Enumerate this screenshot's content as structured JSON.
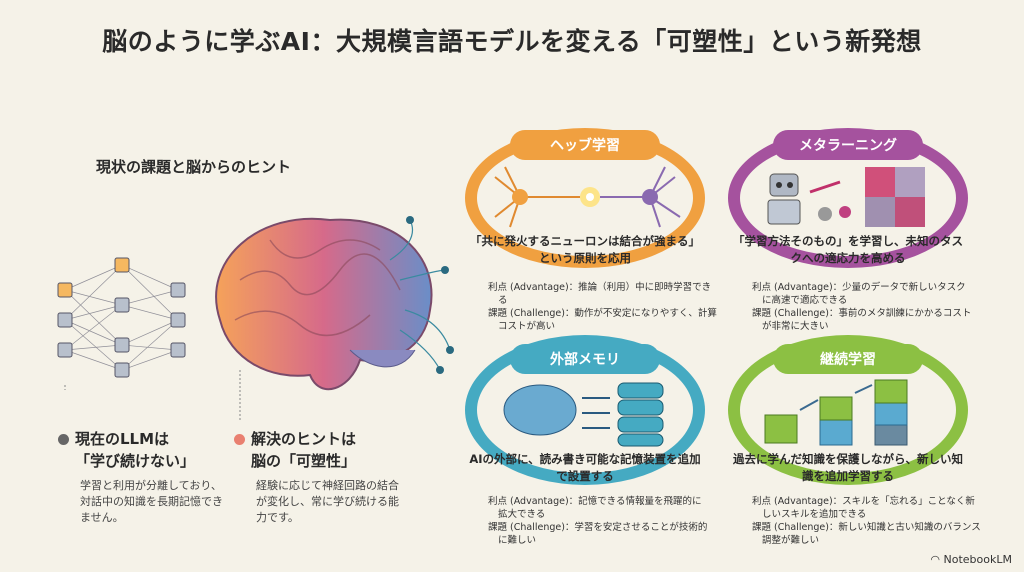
{
  "title": "脳のように学ぶAI：大規模言語モデルを変える「可塑性」という新発想",
  "left": {
    "section_title": "現状の課題と脳からのヒント",
    "current": {
      "heading_1": "現在のLLMは",
      "heading_2": "「学び続けない」",
      "body": "学習と利用が分離しており、対話中の知識を長期記憶できません。"
    },
    "hint": {
      "heading_1": "解決のヒントは",
      "heading_2": "脳の「可塑性」",
      "body": "経験に応じて神経回路の結合が変化し、常に学び続ける能力です。"
    }
  },
  "panels": [
    {
      "label": "ヘッブ学習",
      "color": "#f0a040",
      "caption": "「共に発火するニューロンは結合が強まる」という原則を応用",
      "advantage": "利点 (Advantage)：推論（利用）中に即時学習できる",
      "challenge": "課題 (Challenge)：動作が不安定になりやすく、計算コストが高い"
    },
    {
      "label": "メタラーニング",
      "color": "#a5529e",
      "caption": "「学習方法そのもの」を学習し、未知のタスクへの適応力を高める",
      "advantage": "利点 (Advantage)：少量のデータで新しいタスクに高速で適応できる",
      "challenge": "課題 (Challenge)：事前のメタ訓練にかかるコストが非常に大きい"
    },
    {
      "label": "外部メモリ",
      "color": "#45aac2",
      "caption": "AIの外部に、読み書き可能な記憶装置を追加で設置する",
      "advantage": "利点 (Advantage)：記憶できる情報量を飛躍的に拡大できる",
      "challenge": "課題 (Challenge)：学習を安定させることが技術的に難しい"
    },
    {
      "label": "継続学習",
      "color": "#8cc043",
      "caption": "過去に学んだ知識を保護しながら、新しい知識を追加学習する",
      "advantage": "利点 (Advantage)：スキルを「忘れる」ことなく新しいスキルを追加できる",
      "challenge": "課題 (Challenge)：新しい知識と古い知識のバランス調整が難しい"
    }
  ],
  "logo": "NotebookLM"
}
